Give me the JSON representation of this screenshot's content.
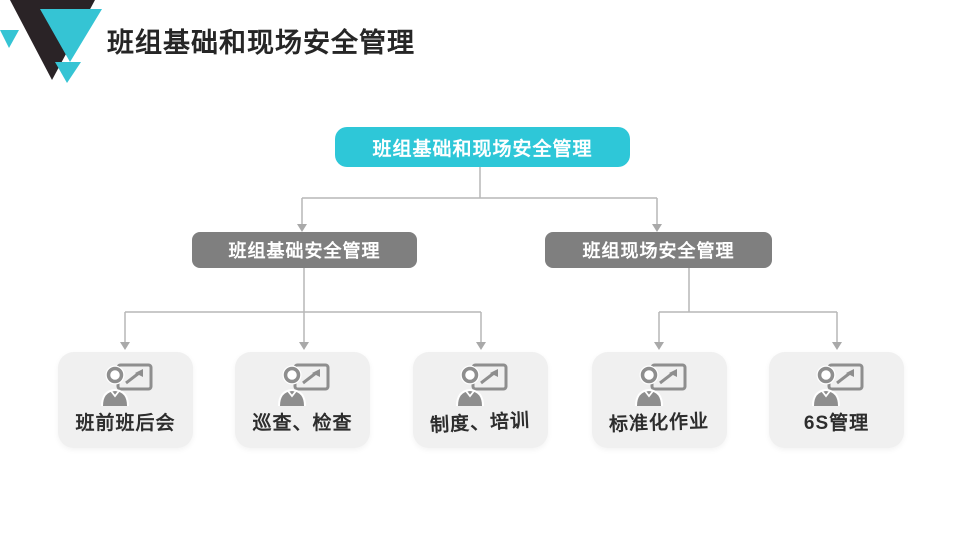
{
  "slide": {
    "title": "班组基础和现场安全管理",
    "logo_icon": "triangles-logo-icon",
    "colors": {
      "accent_cyan": "#2ec7d8",
      "branch_gray": "#7f7f7f",
      "card_background": "#f0f0f0",
      "connector_line": "#b7b7b7",
      "title_text": "#262626",
      "logo_dark": "#2a2326",
      "logo_teal": "#35c4d4"
    }
  },
  "tree": {
    "root": {
      "label": "班组基础和现场安全管理"
    },
    "level2": [
      {
        "label": "班组基础安全管理"
      },
      {
        "label": "班组现场安全管理"
      }
    ],
    "leaves": [
      {
        "label": "班前班后会",
        "icon": "presenter-board-icon"
      },
      {
        "label": "巡查、检查",
        "icon": "presenter-board-icon"
      },
      {
        "label": "制度、培训",
        "icon": "presenter-board-icon"
      },
      {
        "label": "标准化作业",
        "icon": "presenter-board-icon"
      },
      {
        "label": "6S管理",
        "icon": "presenter-board-icon"
      }
    ]
  }
}
